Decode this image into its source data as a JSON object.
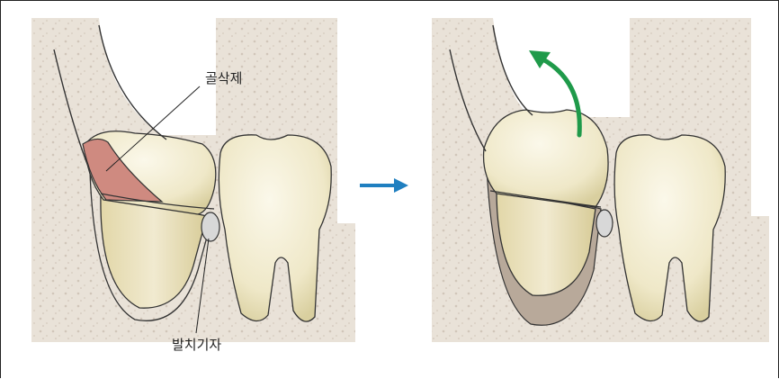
{
  "labels": {
    "bone_cutter": "골삭제",
    "elevator": "발치기자"
  },
  "colors": {
    "bone": "#e6ddd2",
    "tooth_crown": "#f1ebcd",
    "tooth_root": "#e8dfb6",
    "bone_cut_area": "#cf8a80",
    "socket_shadow": "#b8a99a",
    "arrow_blue": "#1f7fc0",
    "arrow_green": "#1f9a4a"
  },
  "icons": {
    "step_arrow": "arrow-right",
    "rotation_arrow": "curved-arrow-up"
  }
}
